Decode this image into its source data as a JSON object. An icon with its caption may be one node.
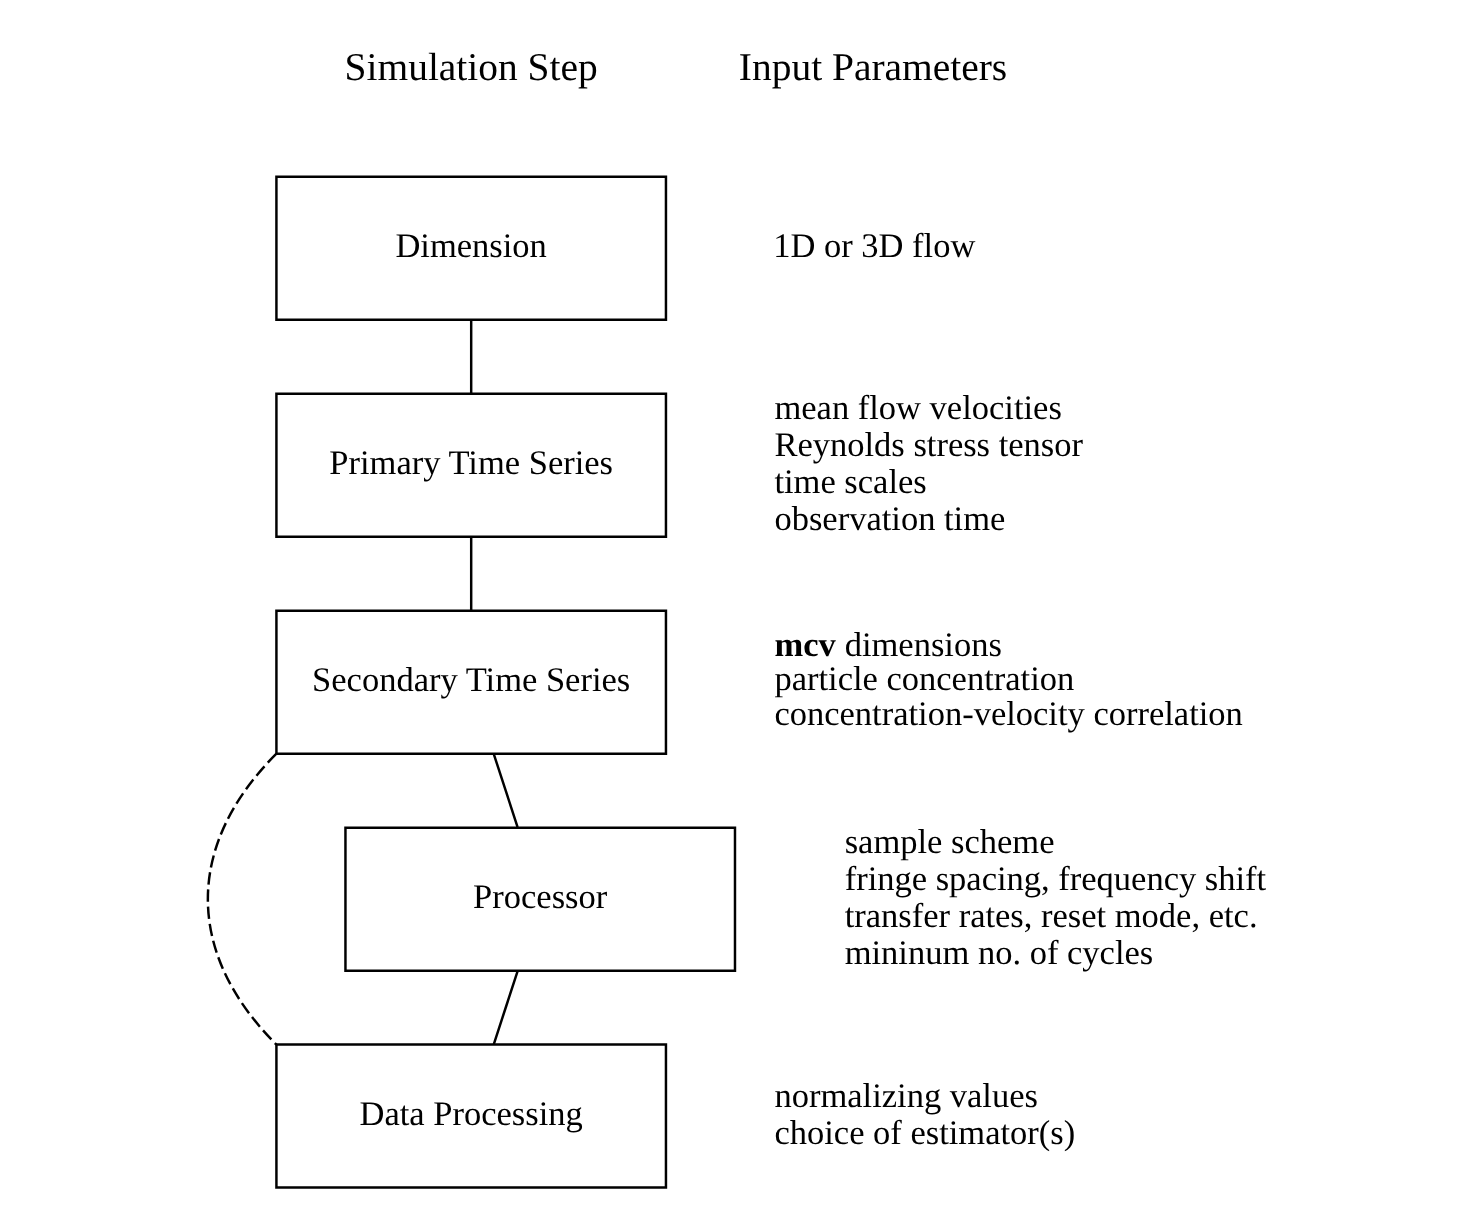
{
  "diagram": {
    "nodes": [
      {
        "text": [
          "Dimension"
        ],
        "beside": [
          "1D or 3D flow"
        ]
      },
      {
        "text": [
          "Primary Time Series"
        ],
        "beside": [
          "mean flow velocities",
          "Reynolds stress tensor",
          "time scales",
          "observation time"
        ]
      },
      {
        "text": [
          "Secondary Time Series"
        ],
        "beside": [
          "**mcv** dimensions",
          "particle concentration",
          "concentration-velocity correlation"
        ]
      },
      {
        "text": [
          "Processor"
        ],
        "beside": [
          "sample scheme",
          "fringe spacing, frequency shift",
          "transfer rates, reset mode, etc.",
          "mininum no. of cycles"
        ]
      },
      {
        "text": [
          "Data Processing"
        ],
        "beside": [
          "normalizing values",
          "choice of estimator(s)"
        ]
      }
    ],
    "edges": [
      {
        "from": 0,
        "to": 1,
        "arrow": "none"
      },
      {
        "from": 1,
        "to": 2,
        "arrow": "none"
      },
      {
        "from": 2,
        "to": 3,
        "arrow": "none"
      },
      {
        "from": 3,
        "to": 4,
        "arrow": "none"
      },
      {
        "from": 2,
        "to": 4,
        "arrow": "none",
        "style": "dashed"
      }
    ],
    "labels": [
      "Simulation Step",
      "Input Parameters"
    ]
  }
}
